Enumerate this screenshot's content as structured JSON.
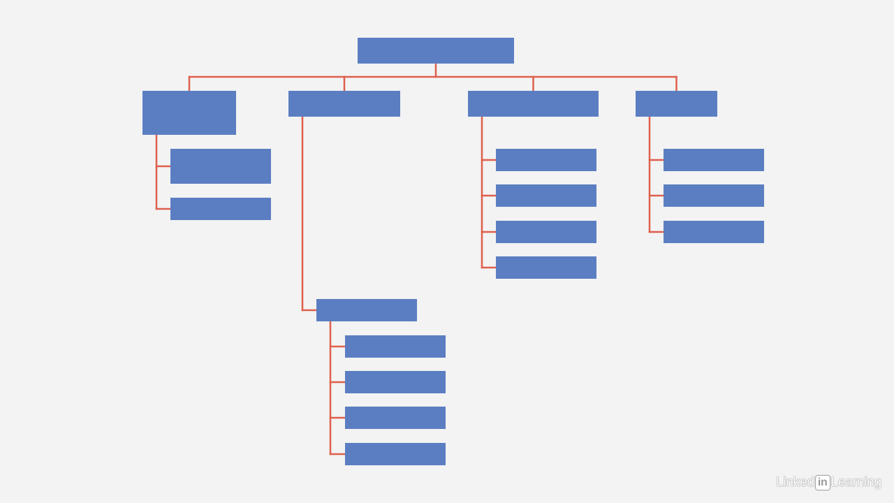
{
  "colors": {
    "background": "#f3f3f3",
    "node_fill": "#5b7ec2",
    "connector": "#de5f4c"
  },
  "chart_data": {
    "type": "org-chart",
    "title": "",
    "root": {
      "id": "root",
      "label": "",
      "children": [
        {
          "id": "branch-1",
          "label": "",
          "children": [
            {
              "id": "branch-1-item-1",
              "label": ""
            },
            {
              "id": "branch-1-item-2",
              "label": ""
            }
          ]
        },
        {
          "id": "branch-2",
          "label": "",
          "children": [
            {
              "id": "branch-2-sub",
              "label": "",
              "children": [
                {
                  "id": "branch-2-sub-item-1",
                  "label": ""
                },
                {
                  "id": "branch-2-sub-item-2",
                  "label": ""
                },
                {
                  "id": "branch-2-sub-item-3",
                  "label": ""
                },
                {
                  "id": "branch-2-sub-item-4",
                  "label": ""
                }
              ]
            }
          ]
        },
        {
          "id": "branch-3",
          "label": "",
          "children": [
            {
              "id": "branch-3-item-1",
              "label": ""
            },
            {
              "id": "branch-3-item-2",
              "label": ""
            },
            {
              "id": "branch-3-item-3",
              "label": ""
            },
            {
              "id": "branch-3-item-4",
              "label": ""
            }
          ]
        },
        {
          "id": "branch-4",
          "label": "",
          "children": [
            {
              "id": "branch-4-item-1",
              "label": ""
            },
            {
              "id": "branch-4-item-2",
              "label": ""
            },
            {
              "id": "branch-4-item-3",
              "label": ""
            }
          ]
        }
      ]
    }
  },
  "watermark": {
    "brand_prefix": "Linked",
    "brand_in": "in",
    "brand_suffix": "Learning"
  }
}
